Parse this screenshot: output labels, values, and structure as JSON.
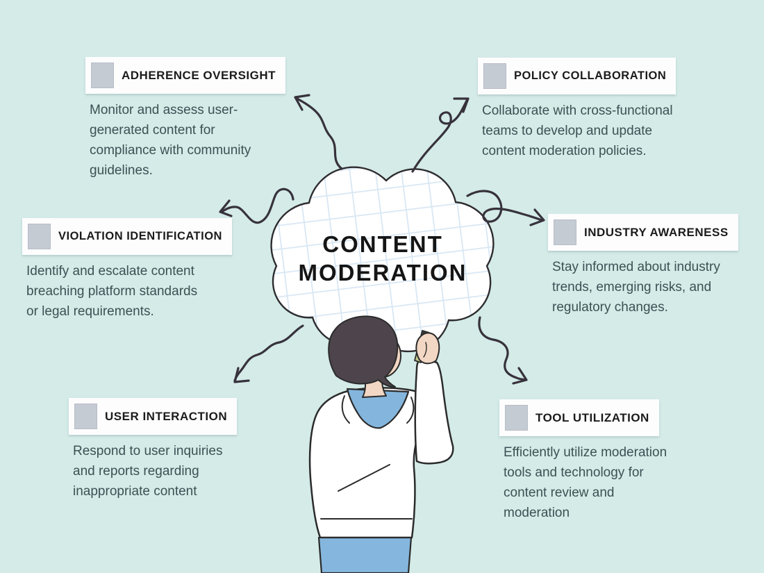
{
  "title": "Content moderation mind-map infographic",
  "background_color": "#d4ebe8",
  "center": {
    "line1": "CONTENT",
    "line2": "MODERATION",
    "shape": "thought-cloud with graph-paper grid"
  },
  "sections": [
    {
      "id": "adherence-oversight",
      "title": "ADHERENCE OVERSIGHT",
      "icon": "gray-square-placeholder",
      "lines": [
        "Monitor and assess user-",
        "generated content for",
        "compliance with community",
        "guidelines."
      ]
    },
    {
      "id": "policy-collaboration",
      "title": "POLICY COLLABORATION",
      "icon": "gray-square-placeholder",
      "lines": [
        "Collaborate with cross-functional",
        "teams to develop and update",
        "content moderation policies."
      ]
    },
    {
      "id": "violation-identification",
      "title": "VIOLATION IDENTIFICATION",
      "icon": "gray-square-placeholder",
      "lines": [
        "Identify and escalate content",
        "breaching platform standards",
        "or legal requirements."
      ]
    },
    {
      "id": "industry-awareness",
      "title": "INDUSTRY AWARENESS",
      "icon": "gray-square-placeholder",
      "lines": [
        "Stay informed about industry",
        "trends, emerging risks, and",
        "regulatory changes."
      ]
    },
    {
      "id": "user-interaction",
      "title": "USER INTERACTION",
      "icon": "gray-square-placeholder",
      "lines": [
        "Respond to user inquiries",
        "and reports regarding",
        "inappropriate content"
      ]
    },
    {
      "id": "tool-utilization",
      "title": "TOOL UTILIZATION",
      "icon": "gray-square-placeholder",
      "lines": [
        "Efficiently utilize moderation",
        "tools and technology for",
        "content review and",
        "moderation"
      ]
    }
  ],
  "colors": {
    "background": "#d4ebe8",
    "box_background": "#fdfdfe",
    "icon_placeholder": "#c5cbd3",
    "heading_text": "#1b1b1b",
    "body_text": "#3d5054",
    "arrow": "#37323c",
    "cloud_fill": "#ffffff",
    "cloud_grid": "#d8e7f4",
    "person_hair": "#4d454b",
    "person_skin": "#f2d7c4",
    "person_hood_and_pants": "#84b6dd",
    "pen": "#c6cb8d"
  }
}
